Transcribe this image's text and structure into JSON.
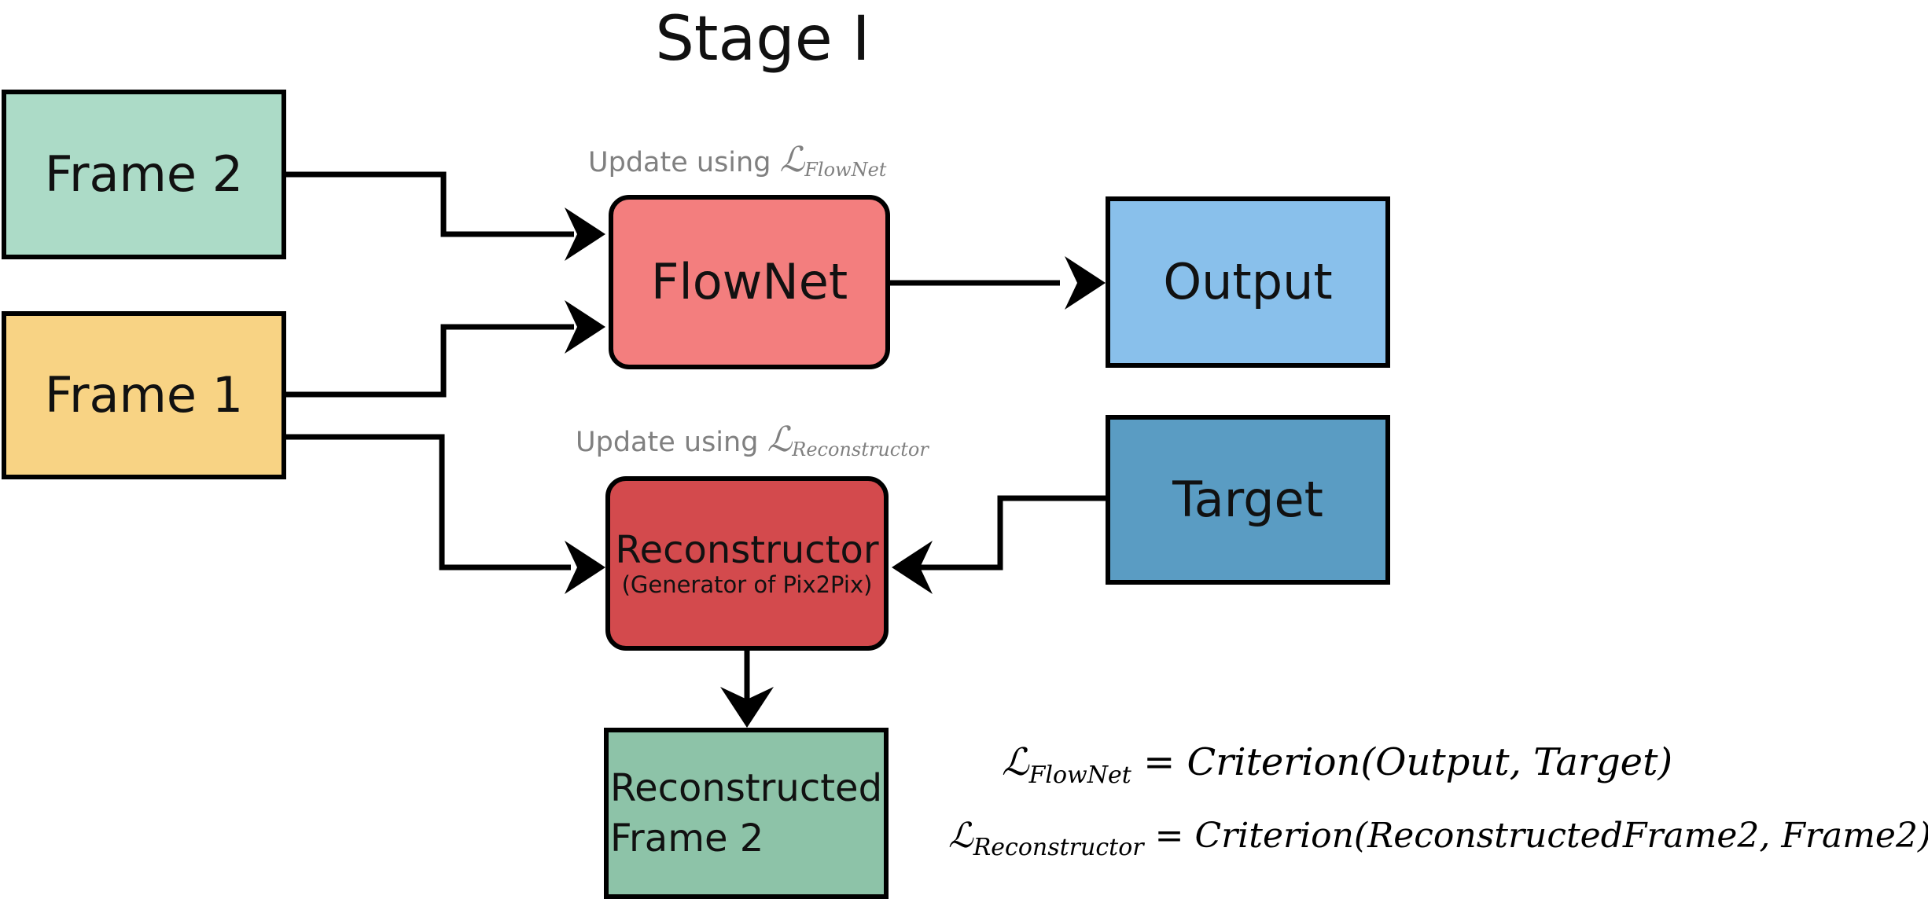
{
  "title": "Stage I",
  "colors": {
    "frame2": "#acdbc7",
    "frame1": "#f8d384",
    "flownet": "#f37e7e",
    "reconstructor": "#d34a4d",
    "output": "#89c0eb",
    "target": "#5a9cc3",
    "reconstructed_frame2": "#8dc3a8",
    "note": "#808080"
  },
  "boxes": {
    "frame2": "Frame 2",
    "frame1": "Frame 1",
    "flownet": "FlowNet",
    "output": "Output",
    "target": "Target",
    "reconstructor": "Reconstructor",
    "reconstructor_sub": "(Generator of Pix2Pix)",
    "reconstructed_line1": "Reconstructed",
    "reconstructed_line2": "Frame 2"
  },
  "notes": {
    "flownet_prefix": "Update using ",
    "flownet_symbol": "ℒ",
    "flownet_subscript": "FlowNet",
    "recon_prefix": "Update using ",
    "recon_symbol": "ℒ",
    "recon_subscript": "Reconstructor"
  },
  "equations": {
    "eq1_symbol": "ℒ",
    "eq1_subscript": "FlowNet",
    "eq1_equals": "=",
    "eq1_rhs": "Criterion(Output, Target)",
    "eq2_symbol": "ℒ",
    "eq2_subscript": "Reconstructor",
    "eq2_equals": "=",
    "eq2_rhs": "Criterion(ReconstructedFrame2, Frame2)"
  }
}
